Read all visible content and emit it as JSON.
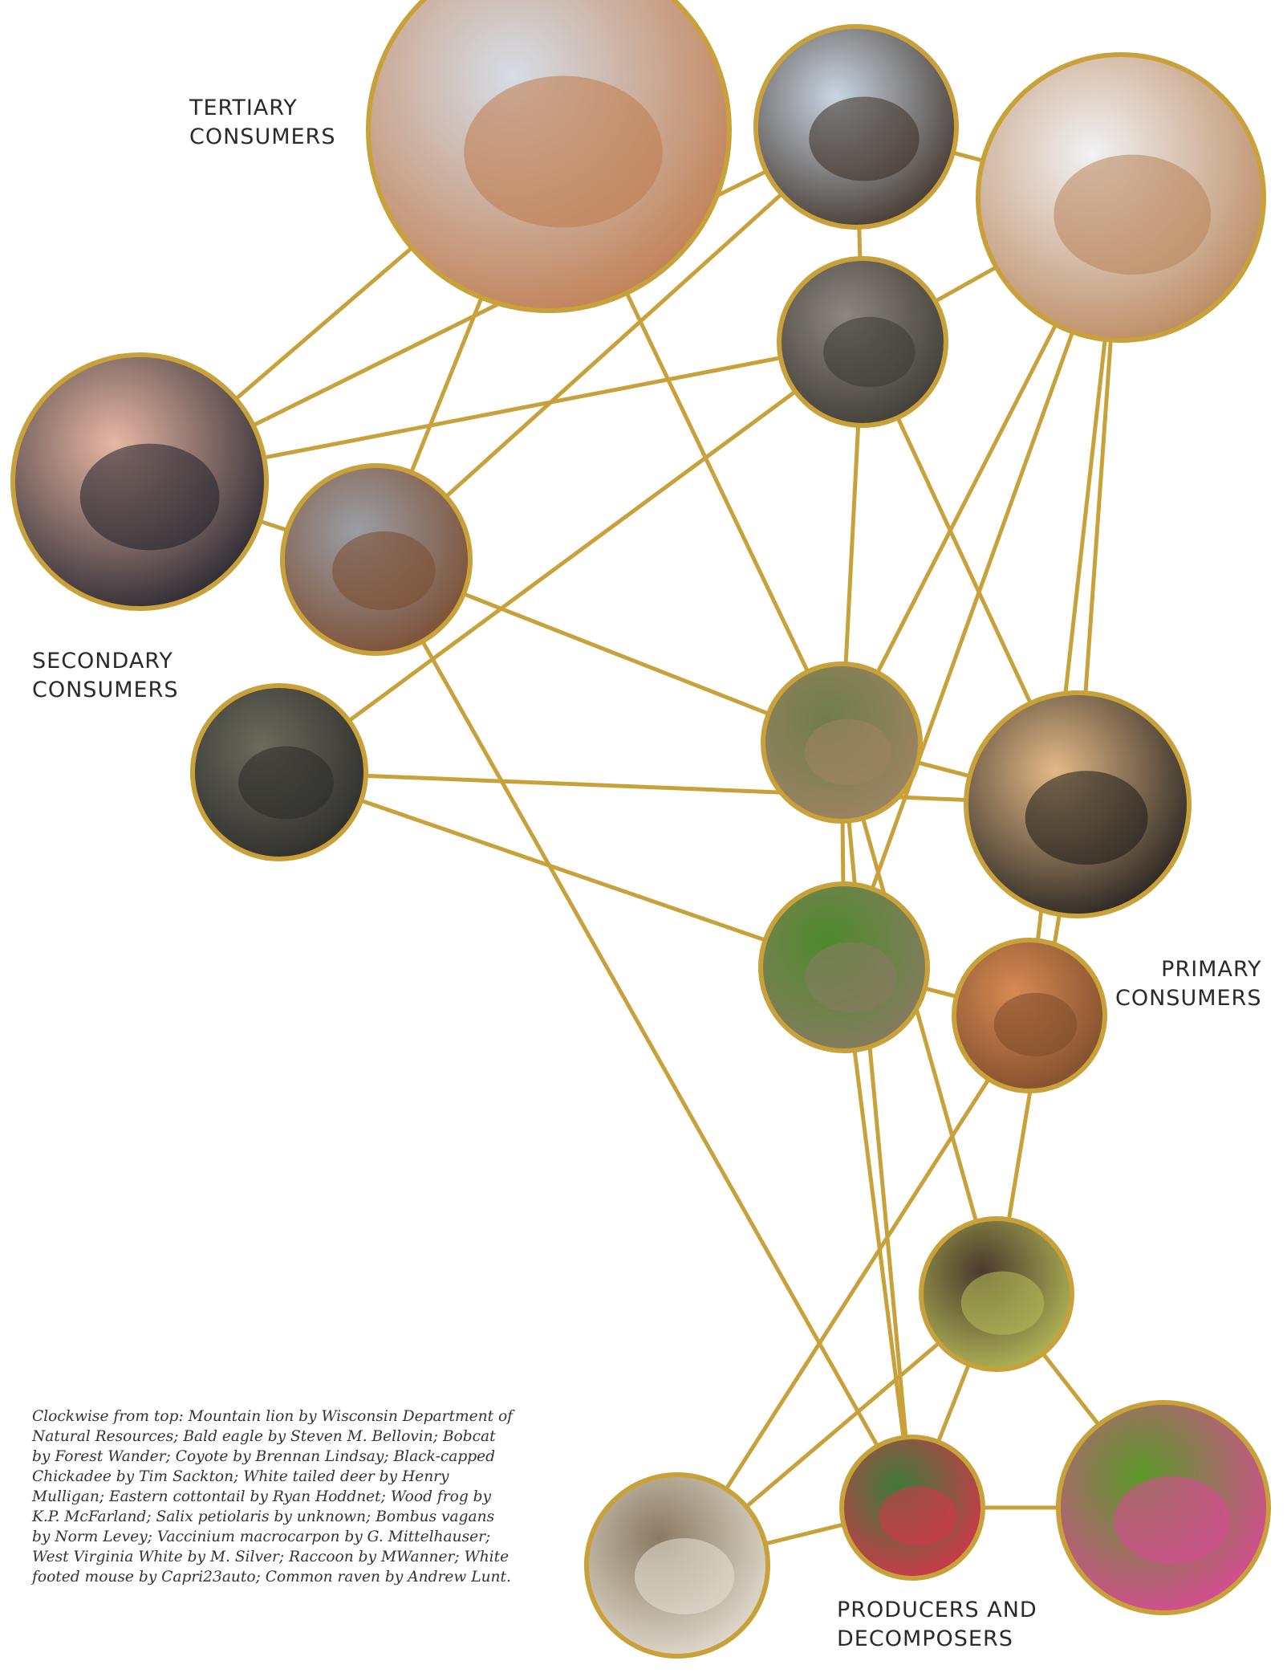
{
  "labels": {
    "tertiary": "TERTIARY\nCONSUMERS",
    "secondary": "SECONDARY\nCONSUMERS",
    "primary": "PRIMARY\nCONSUMERS",
    "producers": "PRODUCERS AND\nDECOMPOSERS"
  },
  "credits": "Clockwise from top: Mountain lion by Wisconsin Department of Natural Resources; Bald eagle by Steven M. Bellovin; Bobcat by Forest Wander; Coyote by Brennan Lindsay; Black-capped Chickadee by Tim Sackton; White tailed deer by Henry Mulligan; Eastern cottontail by Ryan Hoddnet; Wood frog by K.P. McFarland; Salix petiolaris by unknown; Bombus vagans by Norm Levey; Vaccinium macrocarpon by G. Mittelhauser; West Virginia White by M. Silver; Raccoon by MWanner; White footed mouse by Capri23auto; Common raven by Andrew Lunt.",
  "colors": {
    "link": "#c9a13a",
    "ring": "#c9a13a"
  },
  "nodes": [
    {
      "id": "mountain-lion",
      "icon": "mountain-lion-photo",
      "bg1": "#d6dde6",
      "bg2": "#c07a4a"
    },
    {
      "id": "bald-eagle",
      "icon": "bald-eagle-photo",
      "bg1": "#c9d6e3",
      "bg2": "#3a2d22"
    },
    {
      "id": "coyote",
      "icon": "coyote-photo",
      "bg1": "#f1f2f4",
      "bg2": "#b88458"
    },
    {
      "id": "bobcat",
      "icon": "bobcat-photo",
      "bg1": "#8c877e",
      "bg2": "#3b3832"
    },
    {
      "id": "common-raven",
      "icon": "raven-photo",
      "bg1": "#e7b7a3",
      "bg2": "#1d1f2a"
    },
    {
      "id": "white-footed-mouse",
      "icon": "mouse-photo",
      "bg1": "#9b9ea5",
      "bg2": "#7a4a2c"
    },
    {
      "id": "raccoon",
      "icon": "raccoon-photo",
      "bg1": "#6c6a5c",
      "bg2": "#2a2a28"
    },
    {
      "id": "white-tailed-deer",
      "icon": "deer-photo",
      "bg1": "#6f7d4a",
      "bg2": "#a08463"
    },
    {
      "id": "black-capped-chickadee",
      "icon": "chickadee-photo",
      "bg1": "#e3b986",
      "bg2": "#1a1a1a"
    },
    {
      "id": "eastern-cottontail",
      "icon": "cottontail-photo",
      "bg1": "#4e8a2c",
      "bg2": "#8a7a64"
    },
    {
      "id": "wood-frog",
      "icon": "wood-frog-photo",
      "bg1": "#d68a52",
      "bg2": "#7b4a2a"
    },
    {
      "id": "salix-petiolaris",
      "icon": "willow-photo",
      "bg1": "#4a3a2c",
      "bg2": "#b8bf5a"
    },
    {
      "id": "bombus-vagans",
      "icon": "bumblebee-photo",
      "bg1": "#5c9a2a",
      "bg2": "#e0459a"
    },
    {
      "id": "vaccinium-macrocarpon",
      "icon": "cranberry-photo",
      "bg1": "#3f7a3a",
      "bg2": "#d8334a"
    },
    {
      "id": "west-virginia-white",
      "icon": "butterfly-photo",
      "bg1": "#8a7a62",
      "bg2": "#e8e2d6"
    }
  ],
  "links": [
    [
      "mountain-lion",
      "common-raven"
    ],
    [
      "mountain-lion",
      "white-footed-mouse"
    ],
    [
      "mountain-lion",
      "white-tailed-deer"
    ],
    [
      "bald-eagle",
      "common-raven"
    ],
    [
      "bald-eagle",
      "white-footed-mouse"
    ],
    [
      "bald-eagle",
      "bobcat"
    ],
    [
      "bald-eagle",
      "coyote"
    ],
    [
      "coyote",
      "bobcat"
    ],
    [
      "coyote",
      "white-tailed-deer"
    ],
    [
      "coyote",
      "black-capped-chickadee"
    ],
    [
      "coyote",
      "eastern-cottontail"
    ],
    [
      "coyote",
      "wood-frog"
    ],
    [
      "bobcat",
      "common-raven"
    ],
    [
      "bobcat",
      "raccoon"
    ],
    [
      "bobcat",
      "white-tailed-deer"
    ],
    [
      "bobcat",
      "black-capped-chickadee"
    ],
    [
      "common-raven",
      "white-footed-mouse"
    ],
    [
      "white-footed-mouse",
      "white-tailed-deer"
    ],
    [
      "white-footed-mouse",
      "vaccinium-macrocarpon"
    ],
    [
      "raccoon",
      "black-capped-chickadee"
    ],
    [
      "raccoon",
      "eastern-cottontail"
    ],
    [
      "white-tailed-deer",
      "black-capped-chickadee"
    ],
    [
      "white-tailed-deer",
      "salix-petiolaris"
    ],
    [
      "white-tailed-deer",
      "vaccinium-macrocarpon"
    ],
    [
      "white-tailed-deer",
      "eastern-cottontail"
    ],
    [
      "eastern-cottontail",
      "wood-frog"
    ],
    [
      "eastern-cottontail",
      "vaccinium-macrocarpon"
    ],
    [
      "wood-frog",
      "west-virginia-white"
    ],
    [
      "black-capped-chickadee",
      "salix-petiolaris"
    ],
    [
      "salix-petiolaris",
      "vaccinium-macrocarpon"
    ],
    [
      "salix-petiolaris",
      "bombus-vagans"
    ],
    [
      "salix-petiolaris",
      "west-virginia-white"
    ],
    [
      "vaccinium-macrocarpon",
      "bombus-vagans"
    ],
    [
      "vaccinium-macrocarpon",
      "west-virginia-white"
    ]
  ]
}
